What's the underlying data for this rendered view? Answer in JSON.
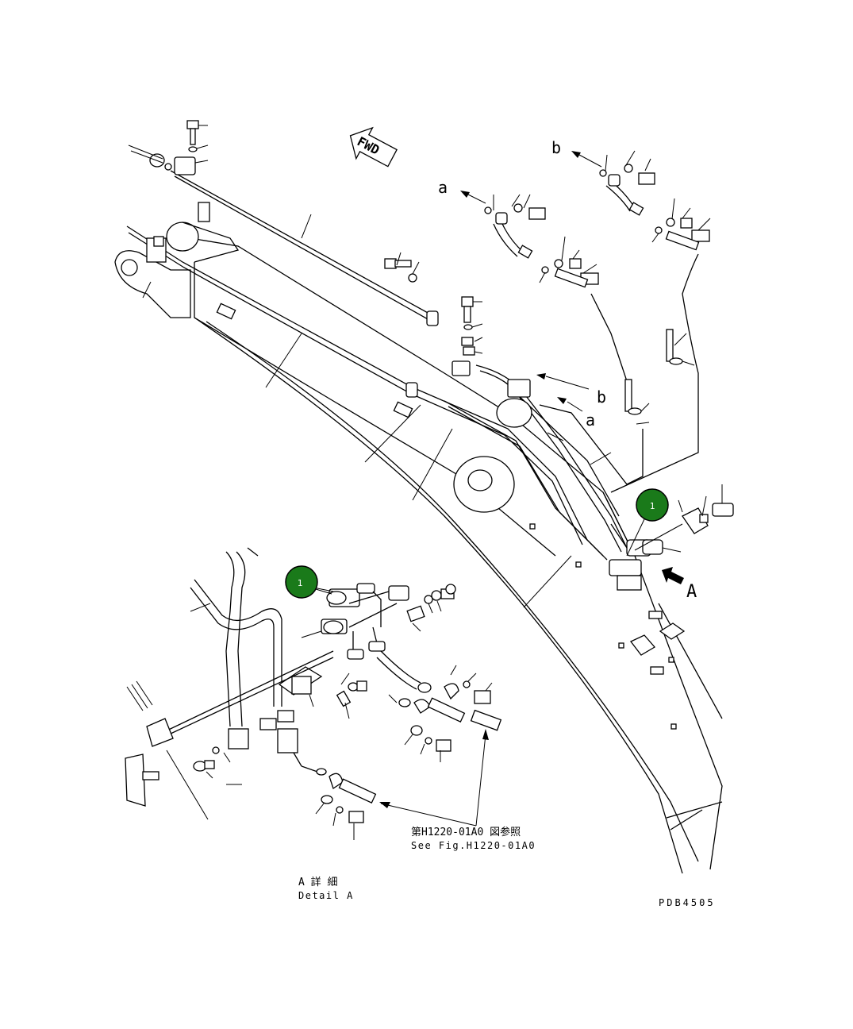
{
  "figure_code": "PDB4505",
  "fwd_label": "FWD",
  "arrow_labels": {
    "a": "a",
    "b": "b",
    "view": "A"
  },
  "callouts": [
    {
      "number": "1",
      "color": "#1a7a1a"
    },
    {
      "number": "1",
      "color": "#1a7a1a"
    }
  ],
  "detail": {
    "jp": "A 詳 細",
    "en": "Detail A"
  },
  "reference": {
    "jp": "第H1220-01A0 図参照",
    "en": "See Fig.H1220-01A0"
  }
}
